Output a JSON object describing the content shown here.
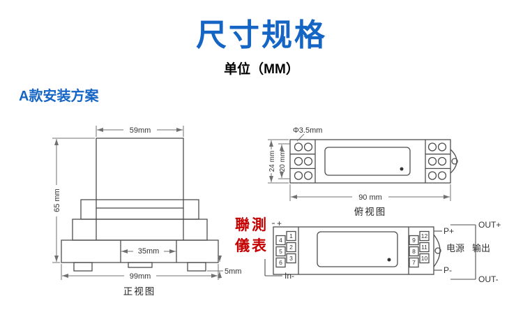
{
  "page": {
    "title": "尺寸规格",
    "subtitle": "单位（MM）",
    "section_heading": "A款安装方案"
  },
  "colors": {
    "title_blue": "#1565c5",
    "drawing_line": "#4d4d4d",
    "watermark_red": "#c40000"
  },
  "front_view": {
    "caption": "正视图",
    "dim_width_top": "59mm",
    "dim_height": "65 mm",
    "dim_rail": "35mm",
    "dim_width_bottom": "99mm",
    "dim_foot": "5mm"
  },
  "top_view": {
    "caption": "俯视图",
    "dim_hole": "Φ3.5mm",
    "dim_height_outer": "24 mm",
    "dim_height_inner": "20 mm",
    "dim_width": "90 mm"
  },
  "wiring_view": {
    "in_plus": "+",
    "in_minus": "In-",
    "p_plus": "P+",
    "p_minus": "P-",
    "power": "电源",
    "output": "输出",
    "out_plus": "OUT+",
    "out_minus": "OUT-",
    "left_terminals_inner": [
      "1",
      "2",
      "3"
    ],
    "left_terminals_outer": [
      "4",
      "5",
      "6"
    ],
    "right_terminals_inner": [
      "9",
      "8",
      "7"
    ],
    "right_terminals_outer": [
      "12",
      "11",
      "10"
    ]
  },
  "watermark": {
    "line1": "聯測",
    "line2": "儀表"
  }
}
